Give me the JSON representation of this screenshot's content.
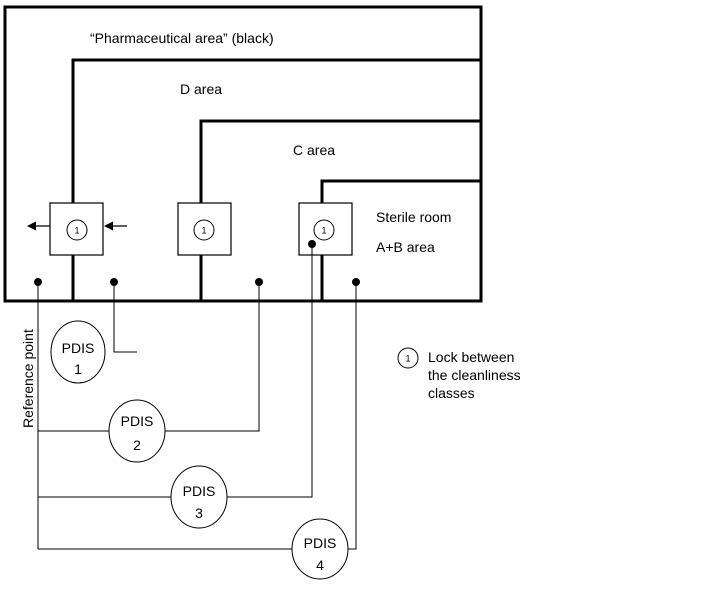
{
  "labels": {
    "pharma_area": "“Pharmaceutical area” (black)",
    "d_area": "D area",
    "c_area": "C area",
    "sterile_room": "Sterile room",
    "ab_area": "A+B area",
    "reference_point": "Reference point"
  },
  "locks": [
    {
      "number": "1"
    },
    {
      "number": "1"
    },
    {
      "number": "1"
    }
  ],
  "pdis": [
    {
      "title": "PDIS",
      "number": "1"
    },
    {
      "title": "PDIS",
      "number": "2"
    },
    {
      "title": "PDIS",
      "number": "3"
    },
    {
      "title": "PDIS",
      "number": "4"
    }
  ],
  "legend": {
    "symbol": "1",
    "line1": "Lock between",
    "line2": "the cleanliness",
    "line3": "classes"
  }
}
